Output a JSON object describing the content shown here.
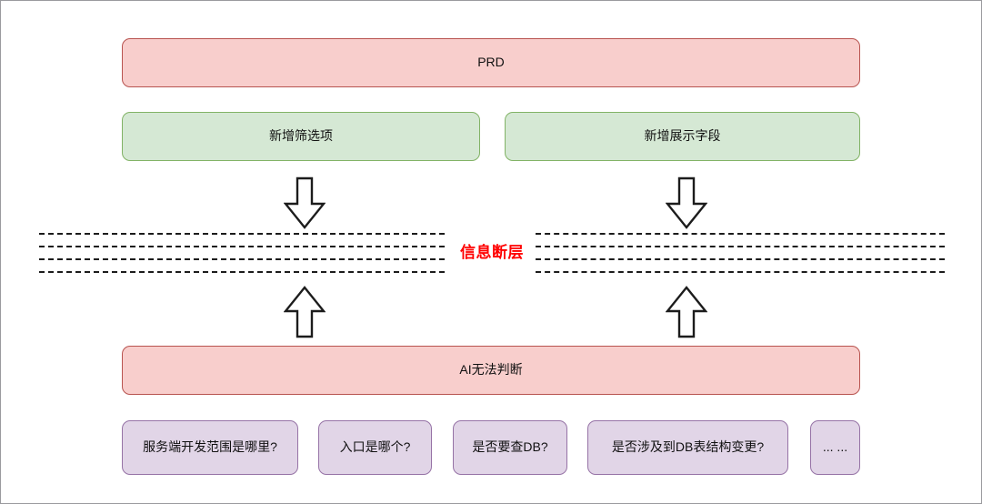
{
  "diagram": {
    "title_node": {
      "label": "PRD",
      "color": "#f8cecc",
      "border": "#b85450"
    },
    "requirement_nodes": [
      {
        "label": "新增筛选项",
        "color": "#d5e8d4",
        "border": "#82b366"
      },
      {
        "label": "新增展示字段",
        "color": "#d5e8d4",
        "border": "#82b366"
      }
    ],
    "break_band": {
      "label": "信息断层",
      "label_color": "#ff0000",
      "dashed_line_count": 4,
      "line_color": "#1c1c1c"
    },
    "arrows": [
      {
        "name": "down-left",
        "direction": "down"
      },
      {
        "name": "down-right",
        "direction": "down"
      },
      {
        "name": "up-left",
        "direction": "up"
      },
      {
        "name": "up-right",
        "direction": "up"
      }
    ],
    "ai_node": {
      "label": "AI无法判断",
      "color": "#f8cecc",
      "border": "#b85450"
    },
    "question_nodes": [
      {
        "label": "服务端开发范围是哪里?",
        "color": "#e1d5e7",
        "border": "#9673a6"
      },
      {
        "label": "入口是哪个?",
        "color": "#e1d5e7",
        "border": "#9673a6"
      },
      {
        "label": "是否要查DB?",
        "color": "#e1d5e7",
        "border": "#9673a6"
      },
      {
        "label": "是否涉及到DB表结构变更?",
        "color": "#e1d5e7",
        "border": "#9673a6"
      },
      {
        "label": "... ...",
        "color": "#e1d5e7",
        "border": "#9673a6"
      }
    ]
  }
}
